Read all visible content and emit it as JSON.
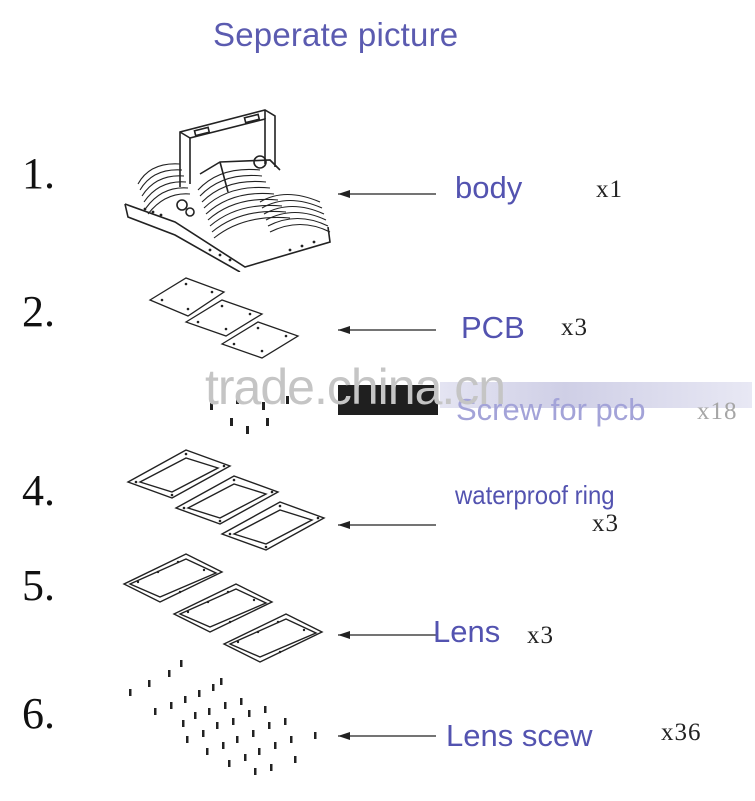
{
  "title": "Seperate picture",
  "watermark": "trade.china.cn",
  "items": [
    {
      "number": "1.",
      "label": "body",
      "qty": "x1"
    },
    {
      "number": "2.",
      "label": "PCB",
      "qty": "x3"
    },
    {
      "number": "",
      "label": "Screw for pcb",
      "qty": "x18"
    },
    {
      "number": "4.",
      "label": "waterproof ring",
      "qty": "x3"
    },
    {
      "number": "5.",
      "label": "Lens",
      "qty": "x3"
    },
    {
      "number": "6.",
      "label": "Lens scew",
      "qty": "x36"
    }
  ]
}
